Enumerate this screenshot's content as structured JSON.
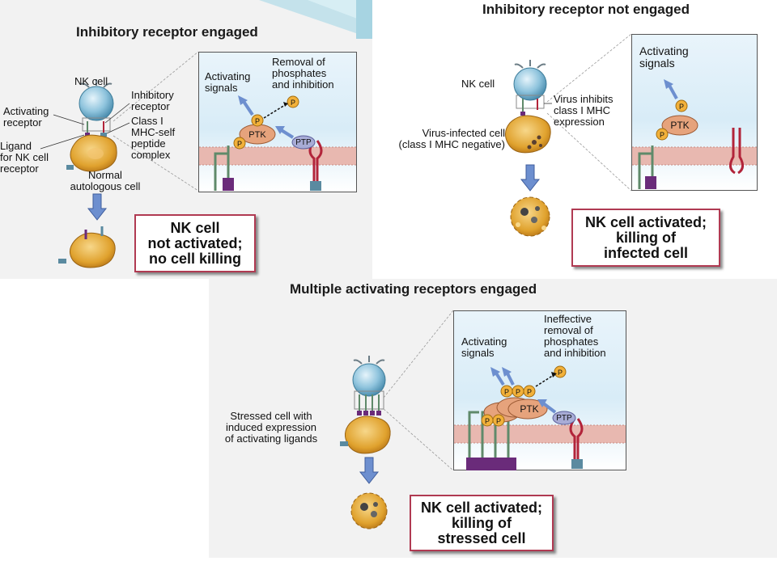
{
  "panels": {
    "inhibitory_engaged": {
      "title": "Inhibitory receptor engaged",
      "nk_cell": "NK cell",
      "activating_receptor": "Activating\nreceptor",
      "inhibitory_receptor": "Inhibitory\nreceptor",
      "class_i_mhc": "Class I\nMHC-self\npeptide\ncomplex",
      "ligand": "Ligand\nfor NK cell\nreceptor",
      "normal_cell": "Normal\nautologous cell",
      "activating_signals": "Activating\nsignals",
      "removal_phosphates": "Removal of\nphosphates\nand inhibition",
      "ptk": "PTK",
      "ptp": "PTP",
      "p": "P",
      "outcome": "NK cell\nnot activated;\nno cell killing"
    },
    "inhibitory_not_engaged": {
      "title": "Inhibitory receptor not engaged",
      "nk_cell": "NK cell",
      "virus_inhibits": "Virus inhibits\nclass I MHC\nexpression",
      "virus_infected_cell": "Virus-infected cell\n(class I MHC negative)",
      "activating_signals": "Activating\nsignals",
      "ptk": "PTK",
      "p": "P",
      "outcome": "NK cell activated;\nkilling of\ninfected cell"
    },
    "multiple_activating": {
      "title": "Multiple activating receptors engaged",
      "stressed_cell": "Stressed cell with\ninduced expression\nof activating ligands",
      "activating_signals": "Activating\nsignals",
      "ineffective_removal": "Ineffective\nremoval of\nphosphates\nand inhibition",
      "ptk": "PTK",
      "ptp": "PTP",
      "p": "P",
      "outcome": "NK cell activated;\nkilling of\nstressed cell"
    }
  },
  "colors": {
    "nk_cell": "#8fc4dd",
    "target_cell": "#e0a22e",
    "ptk": "#e6a37c",
    "ptp": "#a8acd6",
    "phosphate": "#f2b13a",
    "membrane": "#e8b8b0",
    "activating_receptor": "#5f8a6a",
    "inhibitory_receptor": "#b2243a",
    "arrow": "#6d8fcf",
    "outcome_border": "#b03a52"
  }
}
